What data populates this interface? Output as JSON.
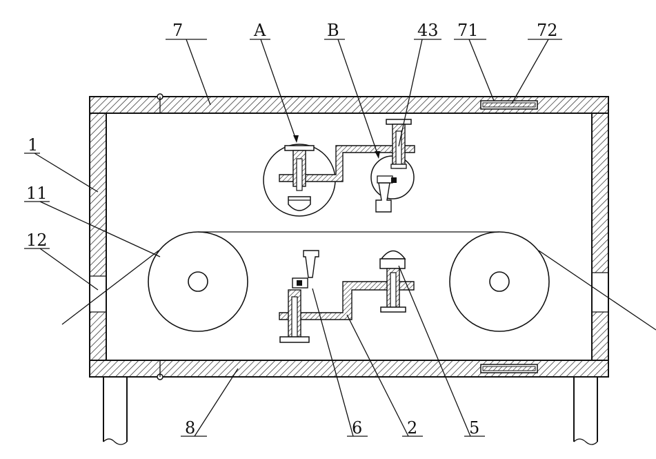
{
  "labels": {
    "l7": "7",
    "lA": "A",
    "lB": "B",
    "l43": "43",
    "l71": "71",
    "l72": "72",
    "l1": "1",
    "l11": "11",
    "l12": "12",
    "l8": "8",
    "l6": "6",
    "l2": "2",
    "l5": "5"
  }
}
